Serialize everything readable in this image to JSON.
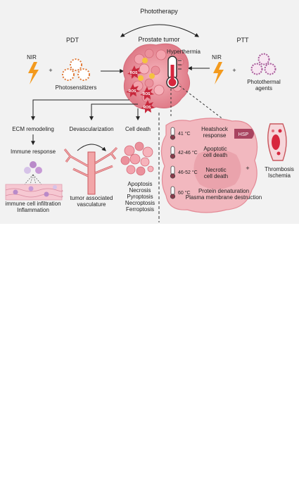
{
  "title": "Phototherapy",
  "left_branch": "PDT",
  "right_branch": "PTT",
  "center_label": "Prostate tumor",
  "hyperthermia_label": "Hyperthermia",
  "pdt": {
    "nir": "NIR",
    "plus": "+",
    "agent": "Photosensitizers"
  },
  "ptt": {
    "nir": "NIR",
    "plus": "+",
    "agent_line1": "Photothermal",
    "agent_line2": "agents"
  },
  "ros_label": "ROS",
  "outcomes": {
    "ecm": "ECM remodeling",
    "immune": "Immune response",
    "immune_caption_line1": "immune cell infiltration",
    "immune_caption_line2": "Inflammation",
    "devasc": "Devascularization",
    "vasc_caption_line1": "tumor associated",
    "vasc_caption_line2": "vasculature",
    "celldeath": "Cell death",
    "death_types": [
      "Apoptosis",
      "Necrosis",
      "Pyroptosis",
      "Necroptosis",
      "Ferroptosis"
    ]
  },
  "thermal": {
    "t41": "41 °C",
    "t42": "42-46 °C",
    "t46": "46-52 °C",
    "t60": "60 °C",
    "heatshock_line1": "Heatshock",
    "heatshock_line2": "response",
    "hsp": "HSP",
    "apoptotic_line1": "Apoptotic",
    "apoptotic_line2": "cell death",
    "necrotic_line1": "Necrotic",
    "necrotic_line2": "cell death",
    "denat_line1": "Protein denaturation",
    "denat_line2": "Plasma membrane destruction",
    "plus": "+",
    "thrombosis": "Thrombosis",
    "ischemia": "Ischemia"
  },
  "colors": {
    "tumor": "#e88a94",
    "bolt": "#f39a1e",
    "ros": "#c8283c",
    "cell": "#f2b8bf",
    "hsp": "#a84460"
  }
}
